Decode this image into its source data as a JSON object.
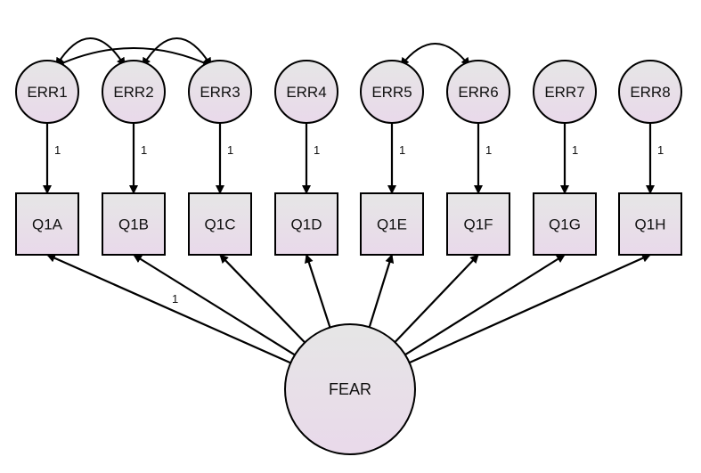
{
  "latent": {
    "label": "FEAR"
  },
  "errors": [
    "ERR1",
    "ERR2",
    "ERR3",
    "ERR4",
    "ERR5",
    "ERR6",
    "ERR7",
    "ERR8"
  ],
  "indicators": [
    "Q1A",
    "Q1B",
    "Q1C",
    "Q1D",
    "Q1E",
    "Q1F",
    "Q1G",
    "Q1H"
  ],
  "error_path_label": "1",
  "loading_label": "1",
  "colors": {
    "node_fill_top": "#e6e6e6",
    "node_fill_bottom": "#e9d9ea",
    "stroke": "#000000"
  }
}
